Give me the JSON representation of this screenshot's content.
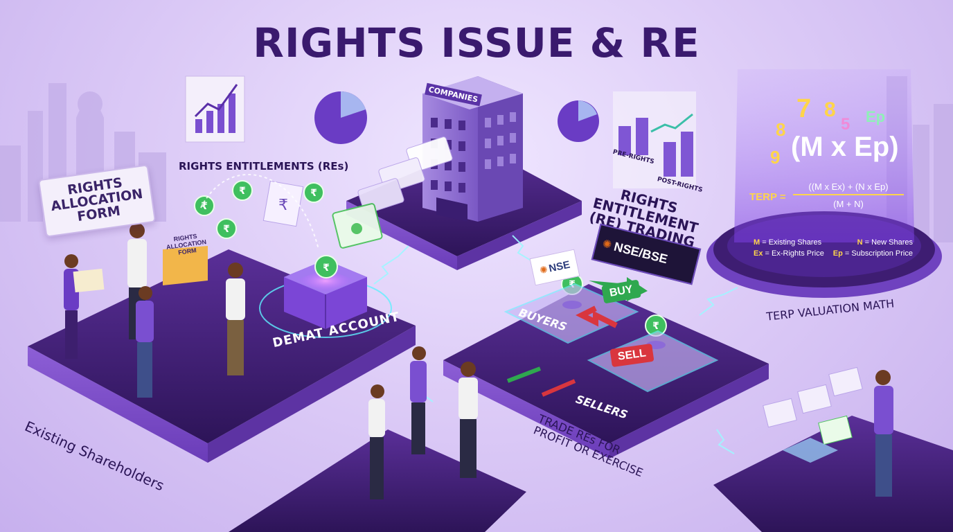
{
  "title": "RIGHTS ISSUE & RE",
  "labels": {
    "rights_entitlements": "RIGHTS ENTITLEMENTS (REs)",
    "rights_allocation_form": "RIGHTS ALLOCATION FORM",
    "folder_form": "RIGHTS ALLOCATION FORM",
    "demat_account": "DEMAT ACCOUNT",
    "existing_shareholders": "Existing Shareholders",
    "companies": "COMPANIES",
    "pre_rights": "PRE-RIGHTS",
    "post_rights": "POST-RIGHTS",
    "re_trading": "RIGHTS ENTITLEMENT (RE) TRADING",
    "nse": "NSE",
    "nse_bse": "NSE/BSE",
    "buyers": "BUYERS",
    "sellers": "SELLERS",
    "buy": "BUY",
    "sell": "SELL",
    "trade_res": "TRADE REs FOR PROFIT OR EXERCISE",
    "terp_valuation": "TERP VALUATION MATH"
  },
  "terp": {
    "floating_numbers": [
      "7",
      "8",
      "5",
      "Ep",
      "8",
      "9"
    ],
    "big_formula": "(M x Ep)",
    "lhs": "TERP =",
    "numerator": "((M x Ex) + (N x Ep)",
    "denominator": "(M + N)",
    "legend": [
      {
        "sym": "M",
        "text": "= Existing Shares"
      },
      {
        "sym": "N",
        "text": "= New Shares"
      },
      {
        "sym": "Ex",
        "text": "= Ex-Rights Price"
      },
      {
        "sym": "Ep",
        "text": "= Subscription Price"
      }
    ]
  },
  "icons": {
    "currency": "rupee-coin-icon",
    "document": "certificate-icon",
    "pie": "pie-chart-icon",
    "bar": "bar-chart-icon"
  },
  "colors": {
    "title": "#3a1a6e",
    "platform": "#3d1f6e",
    "accent": "#8a4fe0",
    "buy": "#2fa84f",
    "sell": "#d9363e",
    "coin": "#3fbf5f"
  }
}
